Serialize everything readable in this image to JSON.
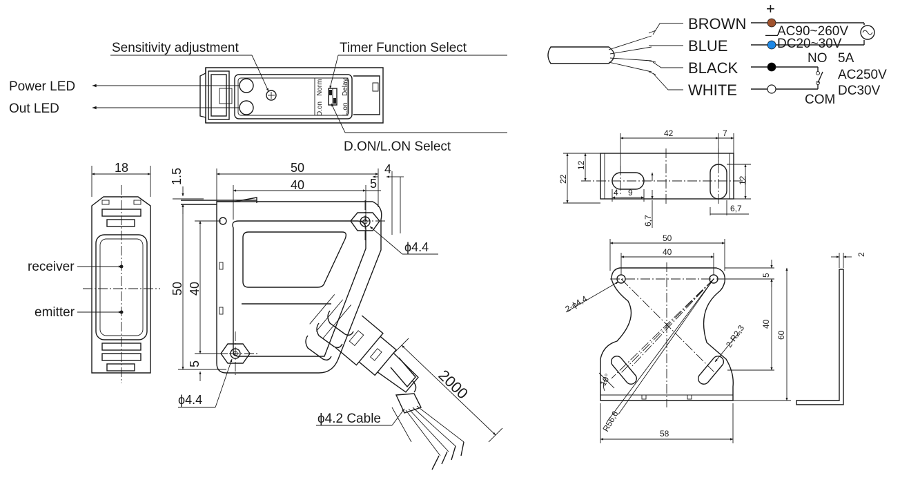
{
  "callouts": {
    "sensitivity": "Sensitivity adjustment",
    "timer": "Timer Function Select",
    "power_led": "Power LED",
    "out_led": "Out LED",
    "don_lon": "D.ON/L.ON Select"
  },
  "switch_labels": {
    "don": "D.on",
    "norm": "Norm",
    "lon": "L.on",
    "delay": "Delay"
  },
  "front_view": {
    "width_dim": "18",
    "receiver": "receiver",
    "emitter": "emitter"
  },
  "side_view": {
    "dim_top_offset": "1.5",
    "dim_width": "50",
    "dim_inner_width": "40",
    "dim_hole_offset": "5",
    "dim_corner": "4",
    "dim_height": "50",
    "dim_inner_height": "40",
    "dim_bottom": "5",
    "hole_top": "ϕ4.4",
    "hole_bottom": "ϕ4.4",
    "cable_length": "2000",
    "cable": "ϕ4.2 Cable"
  },
  "wiring": {
    "brown": "BROWN",
    "blue": "BLUE",
    "black": "BLACK",
    "white": "WHITE",
    "plus": "+",
    "minus": "—",
    "ac_range": "AC90~260V",
    "dc_range": "DC20~30V",
    "no": "NO",
    "com": "COM",
    "rating_current": "5A",
    "rating_ac": "AC250V",
    "rating_dc": "DC30V",
    "colors": {
      "brown": "#a0522d",
      "blue": "#1e88e5",
      "black": "#000000",
      "white": "#ffffff"
    }
  },
  "bracket_top": {
    "d42": "42",
    "d7": "7",
    "d12_left": "12",
    "d22": "22",
    "d4": "4",
    "d9": "9",
    "d12_right": "12",
    "d67_bottom": "6,7",
    "d67_side": "6,7"
  },
  "bracket_main": {
    "d50": "50",
    "d40": "40",
    "d5": "5",
    "d40_side": "40",
    "d60": "60",
    "hole": "2-ϕ4,4",
    "slot_radius": "2-R2,3",
    "angle": "10°",
    "radius": "R56,6",
    "d58": "58",
    "thickness": "2"
  }
}
